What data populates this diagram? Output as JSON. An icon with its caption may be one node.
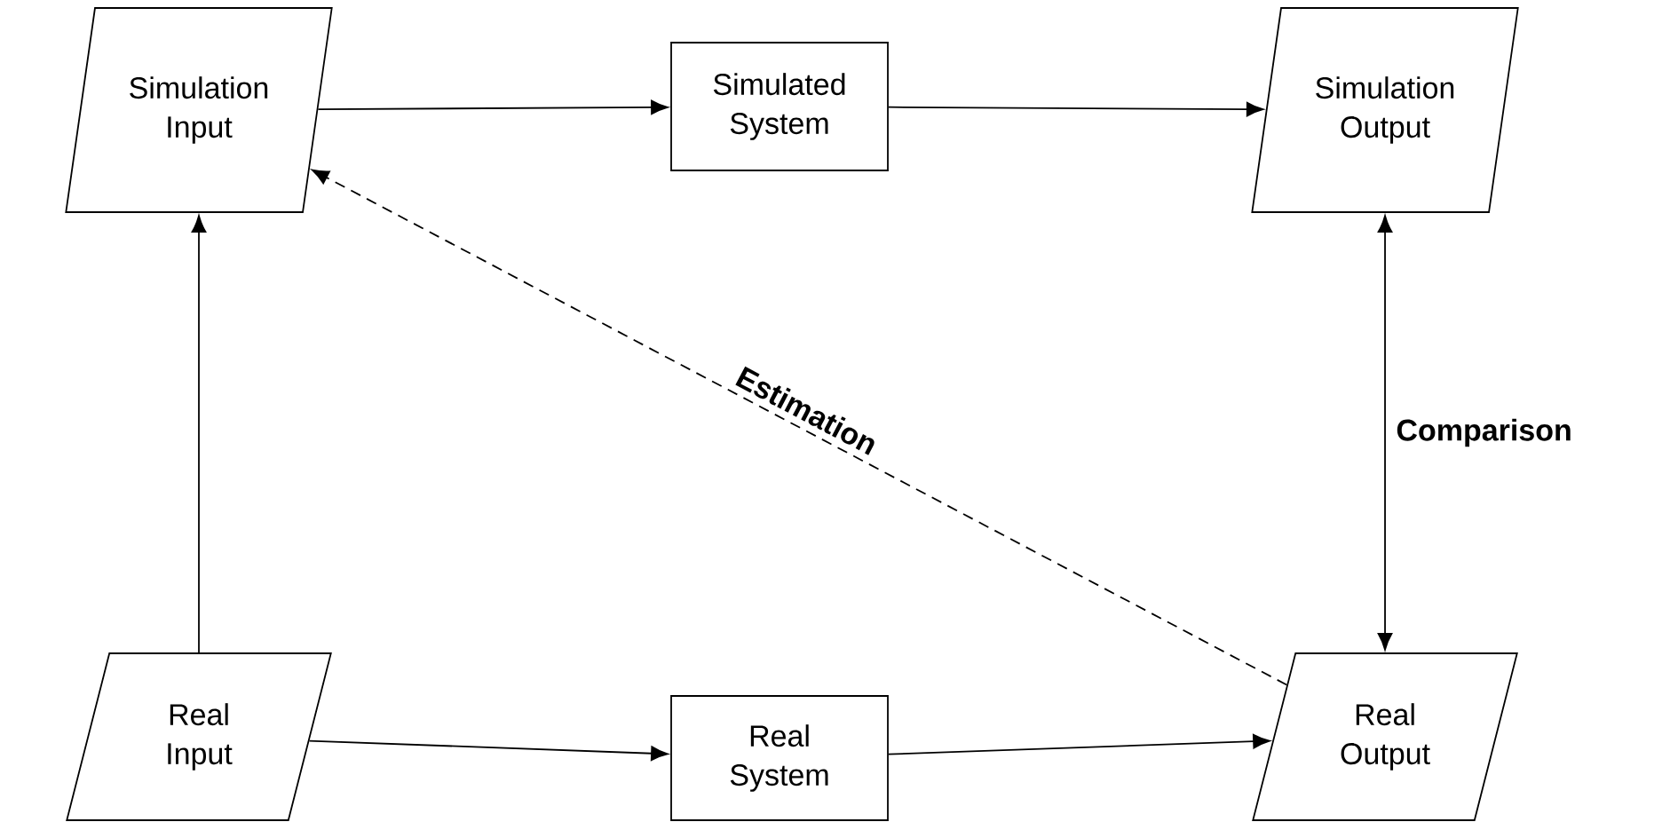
{
  "diagram": {
    "nodes": [
      {
        "text": [
          "Simulation Input"
        ]
      },
      {
        "text": [
          "Simulated System"
        ]
      },
      {
        "text": [
          "Simulation Output"
        ]
      },
      {
        "text": [
          "Real Input"
        ]
      },
      {
        "text": [
          "Real System"
        ]
      },
      {
        "text": [
          "Real Output"
        ]
      }
    ],
    "edges": [
      {
        "from": 0,
        "to": 1,
        "arrow": "to"
      },
      {
        "from": 1,
        "to": 2,
        "arrow": "to"
      },
      {
        "from": 3,
        "to": 0,
        "arrow": "to"
      },
      {
        "from": 3,
        "to": 4,
        "arrow": "to"
      },
      {
        "from": 4,
        "to": 5,
        "arrow": "to"
      },
      {
        "from": 5,
        "to": 0,
        "arrow": "to",
        "style": "dashed",
        "label": "Estimation"
      },
      {
        "from": 2,
        "to": 5,
        "arrow": "both",
        "label": "Comparison"
      }
    ]
  }
}
